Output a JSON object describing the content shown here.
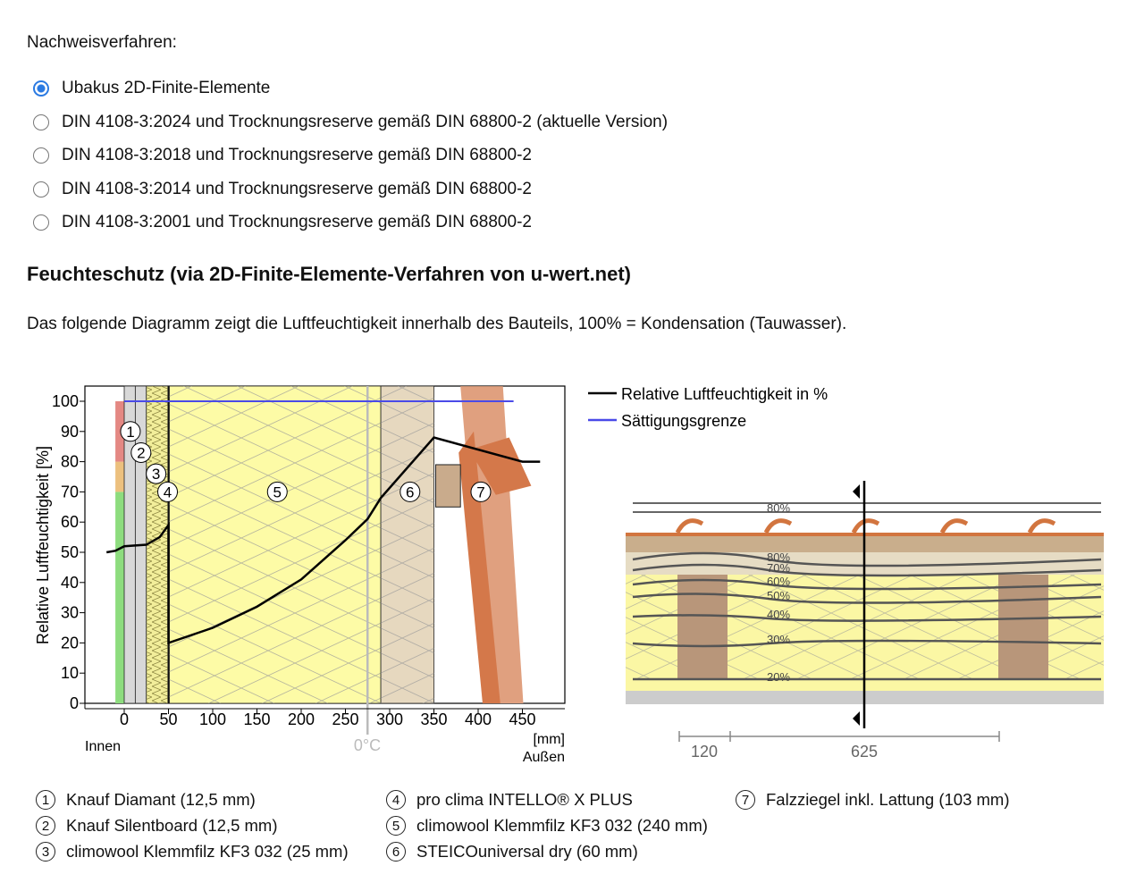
{
  "heading": "Nachweisverfahren:",
  "options": [
    {
      "label": "Ubakus 2D-Finite-Elemente",
      "selected": true
    },
    {
      "label": "DIN 4108-3:2024 und Trocknungsreserve gemäß DIN 68800-2 (aktuelle Version)",
      "selected": false
    },
    {
      "label": "DIN 4108-3:2018 und Trocknungsreserve gemäß DIN 68800-2",
      "selected": false
    },
    {
      "label": "DIN 4108-3:2014 und Trocknungsreserve gemäß DIN 68800-2",
      "selected": false
    },
    {
      "label": "DIN 4108-3:2001 und Trocknungsreserve gemäß DIN 68800-2",
      "selected": false
    }
  ],
  "section_title": "Feuchteschutz (via 2D-Finite-Elemente-Verfahren von u-wert.net)",
  "description": "Das folgende Diagramm zeigt die Luftfeuchtigkeit innerhalb des Bauteils, 100% = Kondensation (Tauwasser).",
  "chart_data": {
    "type": "line",
    "ylabel": "Relative Luftfeuchtigkeit [%]",
    "xlabel": "[mm]",
    "x_left_label": "Innen",
    "x_right_label": "Außen",
    "freeze_label": "0°C",
    "freeze_x": 275,
    "xlim": [
      -45,
      500
    ],
    "ylim": [
      0,
      105
    ],
    "xticks": [
      0,
      50,
      100,
      150,
      200,
      250,
      300,
      350,
      400,
      450
    ],
    "yticks": [
      0,
      10,
      20,
      30,
      40,
      50,
      60,
      70,
      80,
      90,
      100
    ],
    "legend": [
      "Relative Luftfeuchtigkeit in %",
      "Sättigungsgrenze"
    ],
    "series": [
      {
        "name": "Relative Luftfeuchtigkeit in %",
        "color": "#000000",
        "x": [
          -20,
          -10,
          0,
          25,
          40,
          50,
          50,
          100,
          150,
          200,
          250,
          275,
          290,
          350,
          450,
          470
        ],
        "y": [
          50,
          50.5,
          52,
          52.5,
          55,
          59,
          20,
          25,
          32,
          41,
          54,
          61,
          68,
          88,
          80,
          80
        ]
      },
      {
        "name": "Sättigungsgrenze",
        "color": "#4a4ae8",
        "x": [
          0,
          440
        ],
        "y": [
          100,
          100
        ]
      }
    ],
    "layers": [
      {
        "n": "1",
        "from": 0,
        "to": 12.5,
        "color": "#d8d8d8"
      },
      {
        "n": "2",
        "from": 12.5,
        "to": 25,
        "color": "#d8d8d8"
      },
      {
        "n": "3",
        "from": 25,
        "to": 50,
        "color": "#f2ee9a"
      },
      {
        "n": "4",
        "from": 49,
        "to": 51,
        "color": "#111111"
      },
      {
        "n": "5",
        "from": 51,
        "to": 290,
        "color": "#fdfba6"
      },
      {
        "n": "6",
        "from": 290,
        "to": 350,
        "color": "#e6d8bf"
      },
      {
        "n": "7",
        "from": 380,
        "to": 450,
        "color": "#d4784a"
      }
    ],
    "zones": [
      {
        "from": 0,
        "to": 70,
        "color": "#8ddc7e"
      },
      {
        "from": 70,
        "to": 80,
        "color": "#ecc07e"
      },
      {
        "from": 80,
        "to": 100,
        "color": "#e48883"
      }
    ]
  },
  "section_diagram": {
    "contour_labels": [
      "80%",
      "80%",
      "70%",
      "60%",
      "50%",
      "40%",
      "30%",
      "20%"
    ],
    "dimensions": [
      "120",
      "625"
    ]
  },
  "legend": [
    {
      "n": "1",
      "label": "Knauf Diamant (12,5 mm)"
    },
    {
      "n": "2",
      "label": "Knauf Silentboard (12,5 mm)"
    },
    {
      "n": "3",
      "label": "climowool Klemmfilz KF3 032 (25 mm)"
    },
    {
      "n": "4",
      "label": "pro clima INTELLO® X PLUS"
    },
    {
      "n": "5",
      "label": "climowool Klemmfilz KF3 032 (240 mm)"
    },
    {
      "n": "6",
      "label": "STEICOuniversal dry (60 mm)"
    },
    {
      "n": "7",
      "label": "Falzziegel inkl. Lattung (103 mm)"
    }
  ]
}
